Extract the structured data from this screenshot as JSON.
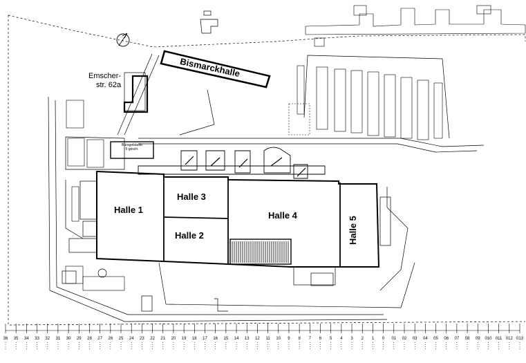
{
  "labels": {
    "street_name": "Emscher-",
    "street_name_2": "str. 62a",
    "bismarckhalle": "Bismarckhalle",
    "halle1": "Halle 1",
    "halle2": "Halle 2",
    "halle3": "Halle 3",
    "halle4": "Halle 4",
    "halle5": "Halle 5",
    "office_line1": "Bürogebäude",
    "office_line2": "5 gesch."
  },
  "scale_labels": [
    "36",
    "35",
    "34",
    "33",
    "32",
    "31",
    "30",
    "29",
    "28",
    "27",
    "26",
    "25",
    "24",
    "23",
    "22",
    "21",
    "20",
    "19",
    "18",
    "17",
    "16",
    "15",
    "14",
    "13",
    "12",
    "11",
    "10",
    "9",
    "8",
    "7",
    "6",
    "5",
    "4",
    "3",
    "2",
    "1",
    "0",
    "01",
    "02",
    "03",
    "04",
    "05",
    "06",
    "07",
    "08",
    "09",
    "010",
    "011",
    "012",
    "013"
  ],
  "colors": {
    "ink": "#000000",
    "paper": "#ffffff",
    "faint": "#555555"
  },
  "icons": {
    "north_arrow": "north-arrow-icon"
  }
}
